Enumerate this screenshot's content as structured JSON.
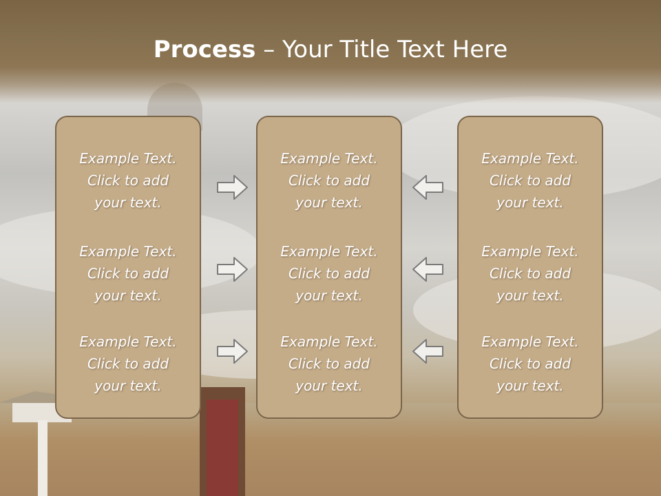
{
  "title": {
    "bold": "Process",
    "rest": " – Your Title Text Here"
  },
  "columns": [
    {
      "items": [
        {
          "line1": "Example Text.",
          "line2": "Click  to add",
          "line3": "your text."
        },
        {
          "line1": "Example Text.",
          "line2": "Click  to add",
          "line3": "your text."
        },
        {
          "line1": "Example Text.",
          "line2": "Click  to add",
          "line3": "your text."
        }
      ]
    },
    {
      "items": [
        {
          "line1": "Example Text.",
          "line2": "Click  to add",
          "line3": "your text."
        },
        {
          "line1": "Example Text.",
          "line2": "Click  to add",
          "line3": "your text."
        },
        {
          "line1": "Example Text.",
          "line2": "Click  to add",
          "line3": "your text."
        }
      ]
    },
    {
      "items": [
        {
          "line1": "Example Text.",
          "line2": "Click  to add",
          "line3": "your text."
        },
        {
          "line1": "Example Text.",
          "line2": "Click  to add",
          "line3": "your text."
        },
        {
          "line1": "Example Text.",
          "line2": "Click  to add",
          "line3": "your text."
        }
      ]
    }
  ],
  "arrows": {
    "left_group": "right-arrow-icon",
    "right_group": "left-arrow-icon"
  },
  "colors": {
    "card_fill": "#c4ac89",
    "card_border": "#7a654a",
    "header": "#85704f",
    "text": "#ffffff"
  }
}
